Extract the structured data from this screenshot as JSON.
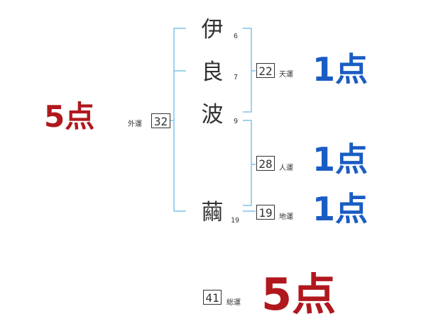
{
  "name": {
    "surname": [
      {
        "char": "伊",
        "strokes": "6"
      },
      {
        "char": "良",
        "strokes": "7"
      },
      {
        "char": "波",
        "strokes": "9"
      }
    ],
    "given": [
      {
        "char": "繭",
        "strokes": "19"
      }
    ]
  },
  "fortunes": {
    "ten": {
      "value": "22",
      "label": "天運",
      "score": "1点"
    },
    "jin": {
      "value": "28",
      "label": "人運",
      "score": "1点"
    },
    "chi": {
      "value": "19",
      "label": "地運",
      "score": "1点"
    },
    "gai": {
      "value": "32",
      "label": "外運",
      "score": "5点"
    },
    "so": {
      "value": "41",
      "label": "総運",
      "score": "5点"
    }
  },
  "colors": {
    "bracket": "#7fc4e8",
    "good_score": "#b0181d",
    "low_score": "#1a5cc4",
    "text": "#333333"
  }
}
